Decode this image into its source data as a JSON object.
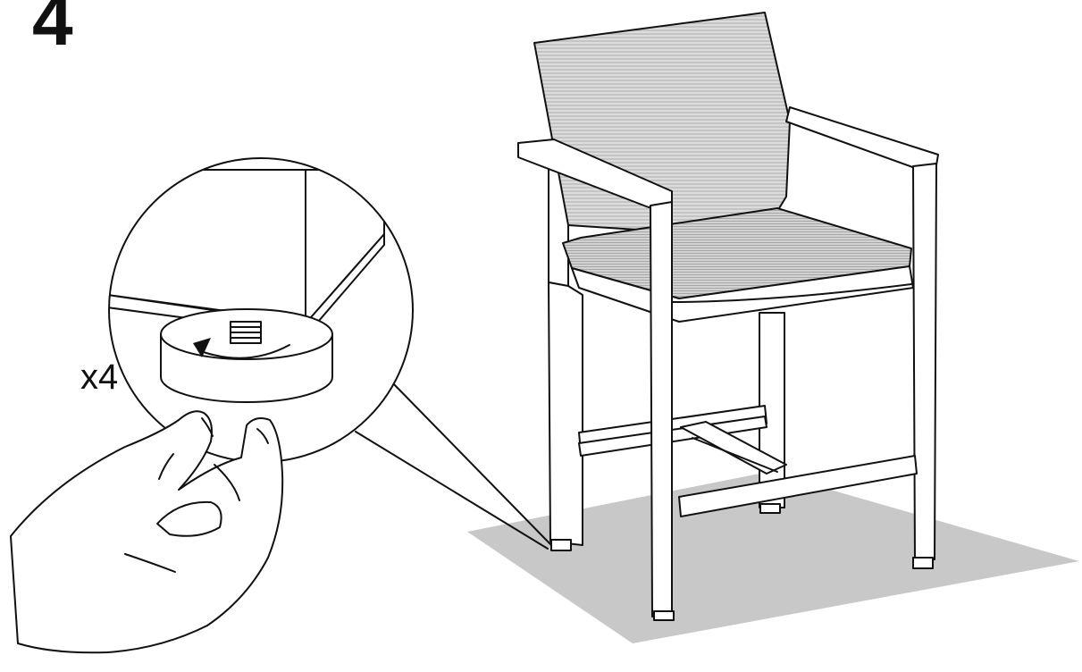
{
  "step": {
    "number": "4",
    "quantity": "x4"
  },
  "illustration": {
    "subject": "bar-stool-leg-leveler",
    "floor_color": "#c8c8c8",
    "seat_color": "#d6d6d6",
    "line_color": "#111111",
    "icons": [
      "rotate-arrow-icon",
      "hand-icon"
    ]
  }
}
